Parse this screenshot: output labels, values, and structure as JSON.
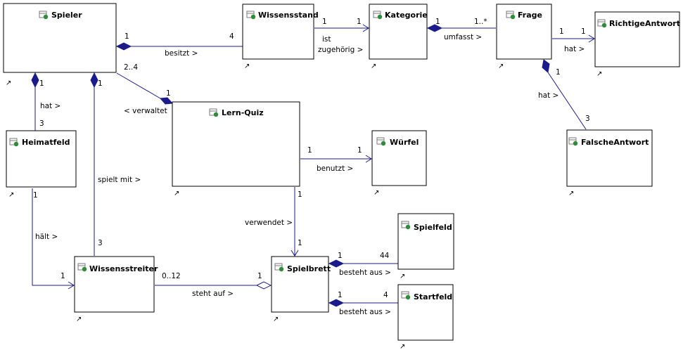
{
  "colors": {
    "line": "#1b1b8c",
    "diamond": "#1b1b8c",
    "box_border": "#000000",
    "icon": "#2e8b3a"
  },
  "classes": [
    {
      "id": "spieler",
      "name": "Spieler"
    },
    {
      "id": "wissensstand",
      "name": "Wissensstand"
    },
    {
      "id": "kategorie",
      "name": "Kategorie"
    },
    {
      "id": "frage",
      "name": "Frage"
    },
    {
      "id": "richtigeantwort",
      "name": "RichtigeAntwort"
    },
    {
      "id": "heimatfeld",
      "name": "Heimatfeld"
    },
    {
      "id": "lernquiz",
      "name": "Lern-Quiz"
    },
    {
      "id": "wuerfel",
      "name": "Würfel"
    },
    {
      "id": "falscheantwort",
      "name": "FalscheAntwort"
    },
    {
      "id": "spielfeld",
      "name": "Spielfeld"
    },
    {
      "id": "wissensstreiter",
      "name": "Wissensstreiter"
    },
    {
      "id": "spielbrett",
      "name": "Spielbrett"
    },
    {
      "id": "startfeld",
      "name": "Startfeld"
    }
  ],
  "associations": [
    {
      "id": "besitzt",
      "from": "spieler",
      "to": "wissensstand",
      "label": "besitzt >",
      "m_from": "1",
      "m_to": "4",
      "end": "composition"
    },
    {
      "id": "zugehoerig",
      "from": "wissensstand",
      "to": "kategorie",
      "label_line1": "ist",
      "label_line2": "zugehörig >",
      "m_from": "1",
      "m_to": "1",
      "end": "arrow"
    },
    {
      "id": "umfasst",
      "from": "kategorie",
      "to": "frage",
      "label": "umfasst >",
      "m_from": "1",
      "m_to": "1..*",
      "end": "composition"
    },
    {
      "id": "hat-richtig",
      "from": "frage",
      "to": "richtigeantwort",
      "label": "hat >",
      "m_from": "1",
      "m_to": "1",
      "end": "arrow"
    },
    {
      "id": "hat-falsch",
      "from": "frage",
      "to": "falscheantwort",
      "label": "hat >",
      "m_from": "1",
      "m_to": "3",
      "end": "composition"
    },
    {
      "id": "hat-heimat",
      "from": "spieler",
      "to": "heimatfeld",
      "label": "hat >",
      "m_from": "1",
      "m_to": "3",
      "end": "composition"
    },
    {
      "id": "verwaltet",
      "from": "lernquiz",
      "to": "spieler",
      "label": "< verwaltet",
      "m_from": "1",
      "m_to": "2..4",
      "end": "composition"
    },
    {
      "id": "spielt-mit",
      "from": "spieler",
      "to": "wissensstreiter",
      "label": "spielt mit >",
      "m_from": "1",
      "m_to": "3",
      "end": "composition"
    },
    {
      "id": "benutzt",
      "from": "lernquiz",
      "to": "wuerfel",
      "label": "benutzt >",
      "m_from": "1",
      "m_to": "1",
      "end": "arrow"
    },
    {
      "id": "verwendet",
      "from": "lernquiz",
      "to": "spielbrett",
      "label": "verwendet >",
      "m_from": "1",
      "m_to": "1",
      "end": "arrow"
    },
    {
      "id": "haelt",
      "from": "heimatfeld",
      "to": "wissensstreiter",
      "label": "hält >",
      "m_from": "1",
      "m_to": "1",
      "end": "arrow"
    },
    {
      "id": "steht-auf",
      "from": "wissensstreiter",
      "to": "spielbrett",
      "label": "steht auf >",
      "m_from": "0..12",
      "m_to": "1",
      "end": "aggregation"
    },
    {
      "id": "besteht-spielfeld",
      "from": "spielbrett",
      "to": "spielfeld",
      "label": "besteht aus >",
      "m_from": "1",
      "m_to": "44",
      "end": "composition"
    },
    {
      "id": "besteht-startfeld",
      "from": "spielbrett",
      "to": "startfeld",
      "label": "besteht aus >",
      "m_from": "1",
      "m_to": "4",
      "end": "composition"
    }
  ]
}
